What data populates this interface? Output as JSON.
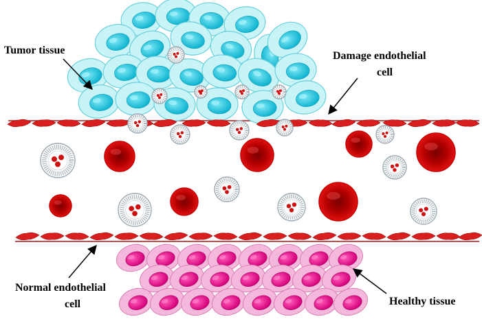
{
  "labels": {
    "tumor_tissue": "Tumor tissue",
    "damage_endothelial_line1": "Damage endothelial",
    "damage_endothelial_line2": "cell",
    "normal_endothelial_line1": "Normal endothelial",
    "normal_endothelial_line2": "cell",
    "healthy_tissue": "Healthy tissue"
  },
  "colors": {
    "tumor_cell_fill": "#c8f4f8",
    "tumor_cell_stroke": "#6ad0dc",
    "tumor_nucleus": "#19c0dc",
    "healthy_cell_fill": "#f4b8dc",
    "healthy_cell_stroke": "#d980b4",
    "healthy_nucleus": "#e8108a",
    "endothelial": "#d81e1e",
    "blood_line": "#b01010",
    "red_blood_cell": "#c80000",
    "liposome_ring": "#9aa8b0",
    "liposome_drug": "#cc1010"
  },
  "icons": {
    "tumor_cell": "tumor-cell-icon",
    "healthy_cell": "healthy-cell-icon",
    "red_blood_cell": "red-blood-cell-icon",
    "liposome": "liposome-nanoparticle-icon",
    "endothelial_cell": "endothelial-cell-icon",
    "arrow": "arrow-icon"
  }
}
